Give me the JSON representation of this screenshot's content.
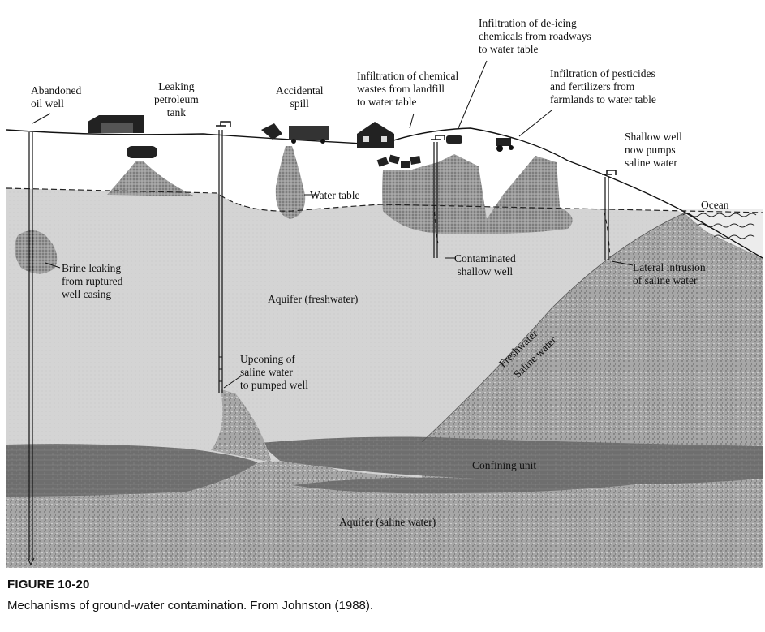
{
  "labels": {
    "abandoned_oil_well": "Abandoned\noil well",
    "leaking_tank": "Leaking\npetroleum\ntank",
    "accidental_spill": "Accidental\nspill",
    "landfill": "Infiltration of chemical\nwastes from landfill\nto water table",
    "deicing": "Infiltration of de-icing\nchemicals from roadways\nto water table",
    "pesticides": "Infiltration of pesticides\nand fertilizers from\nfarmlands to water table",
    "shallow_well_saline": "Shallow well\nnow pumps\nsaline water",
    "ocean": "Ocean",
    "water_table": "Water table",
    "brine": "Brine leaking\nfrom ruptured\nwell casing",
    "contaminated_well": "Contaminated\nshallow well",
    "lateral_intrusion": "Lateral intrusion\nof saline water",
    "aquifer_fresh": "Aquifer (freshwater)",
    "upconing": "Upconing of\nsaline water\nto pumped well",
    "freshwater": "Freshwater",
    "saline_water": "Saline water",
    "confining_unit": "Confining unit",
    "aquifer_saline": "Aquifer (saline water)"
  },
  "caption": {
    "number": "FIGURE 10-20",
    "text": "Mechanisms of ground-water contamination. From Johnston (1988)."
  },
  "colors": {
    "aquifer_fresh": "#d2d2d2",
    "saline": "#a9a9a9",
    "confining": "#6f6f6f",
    "plume": "#8e8e8e",
    "ocean": "#e6e6e6"
  }
}
